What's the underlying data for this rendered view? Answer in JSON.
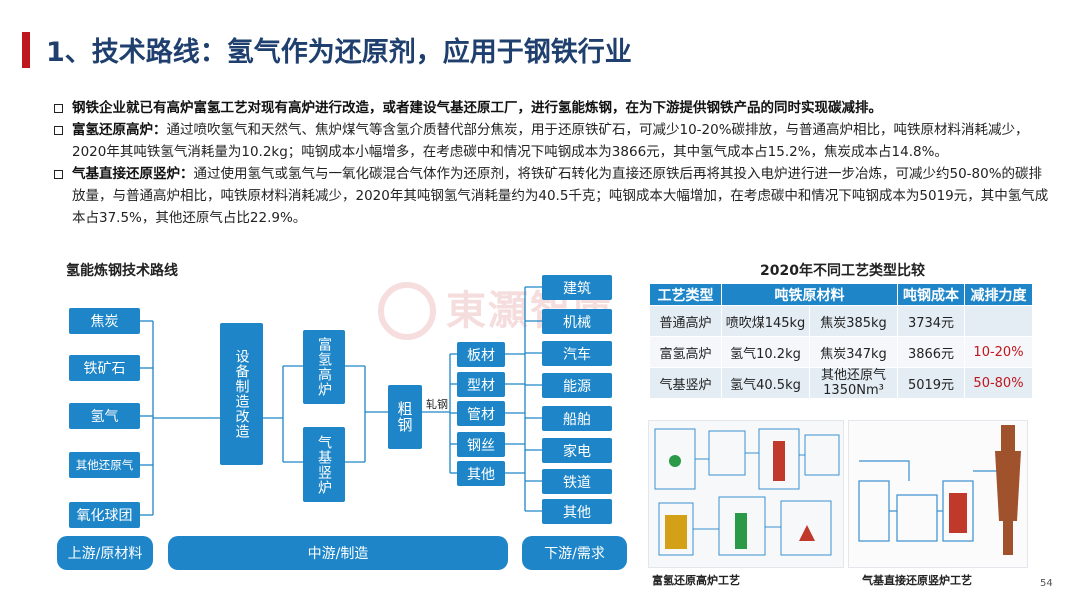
{
  "header": {
    "title": "1、技术路线：氢气作为还原剂，应用于钢铁行业"
  },
  "bullets": [
    {
      "bold": "",
      "text": "钢铁企业就已有高炉富氢工艺对现有高炉进行改造，或者建设气基还原工厂，进行氢能炼钢，在为下游提供钢铁产品的同时实现碳减排。"
    },
    {
      "bold": "富氢还原高炉：",
      "text": "通过喷吹氢气和天然气、焦炉煤气等含氢介质替代部分焦炭，用于还原铁矿石，可减少10-20%碳排放，与普通高炉相比，吨铁原材料消耗减少，2020年其吨铁氢气消耗量为10.2kg；吨钢成本小幅增多，在考虑碳中和情况下吨钢成本为3866元，其中氢气成本占15.2%，焦炭成本占14.8%。"
    },
    {
      "bold": "气基直接还原竖炉：",
      "text": "通过使用氢气或氢气与一氧化碳混合气体作为还原剂，将铁矿石转化为直接还原铁后再将其投入电炉进行进一步冶炼，可减少约50-80%的碳排放量，与普通高炉相比，吨铁原材料消耗减少，2020年其吨钢氢气消耗量约为40.5千克；吨钢成本大幅增加，在考虑碳中和情况下吨钢成本为5019元，其中氢气成本占37.5%，其他还原气占比22.9%。"
    }
  ],
  "diagram": {
    "title": "氢能炼钢技术路线",
    "raw": [
      "焦炭",
      "铁矿石",
      "氢气",
      "其他还原气",
      "氧化球团"
    ],
    "equip": "设备制造改造",
    "process1": "富氢高炉",
    "process2": "气基竖炉",
    "steel": "粗钢",
    "rolling": "轧钢",
    "products": [
      "板材",
      "型材",
      "管材",
      "钢丝",
      "其他"
    ],
    "demand": [
      "建筑",
      "机械",
      "汽车",
      "能源",
      "船舶",
      "家电",
      "铁道",
      "其他"
    ],
    "upstream": "上游/原材料",
    "midstream": "中游/制造",
    "downstream": "下游/需求"
  },
  "table": {
    "title": "2020年不同工艺类型比较",
    "headers": [
      "工艺类型",
      "吨铁原材料",
      "吨钢成本",
      "减排力度"
    ],
    "rows": [
      {
        "type": "普通高炉",
        "m1": "喷吹煤145kg",
        "m2": "焦炭385kg",
        "cost": "3734元",
        "reduce": ""
      },
      {
        "type": "富氢高炉",
        "m1": "氢气10.2kg",
        "m2": "焦炭347kg",
        "cost": "3866元",
        "reduce": "10-20%"
      },
      {
        "type": "气基竖炉",
        "m1": "氢气40.5kg",
        "m2": "其他还原气1350Nm³",
        "cost": "5019元",
        "reduce": "50-80%"
      }
    ]
  },
  "images": {
    "caption1": "富氢还原高炉工艺",
    "caption2": "气基直接还原竖炉工艺"
  },
  "watermark": "東灝智庫",
  "page_number": "54",
  "colors": {
    "accent": "#1e86c8",
    "title": "#1f3f6e",
    "title_bar": "#c0161d",
    "highlight": "#c0161d"
  }
}
